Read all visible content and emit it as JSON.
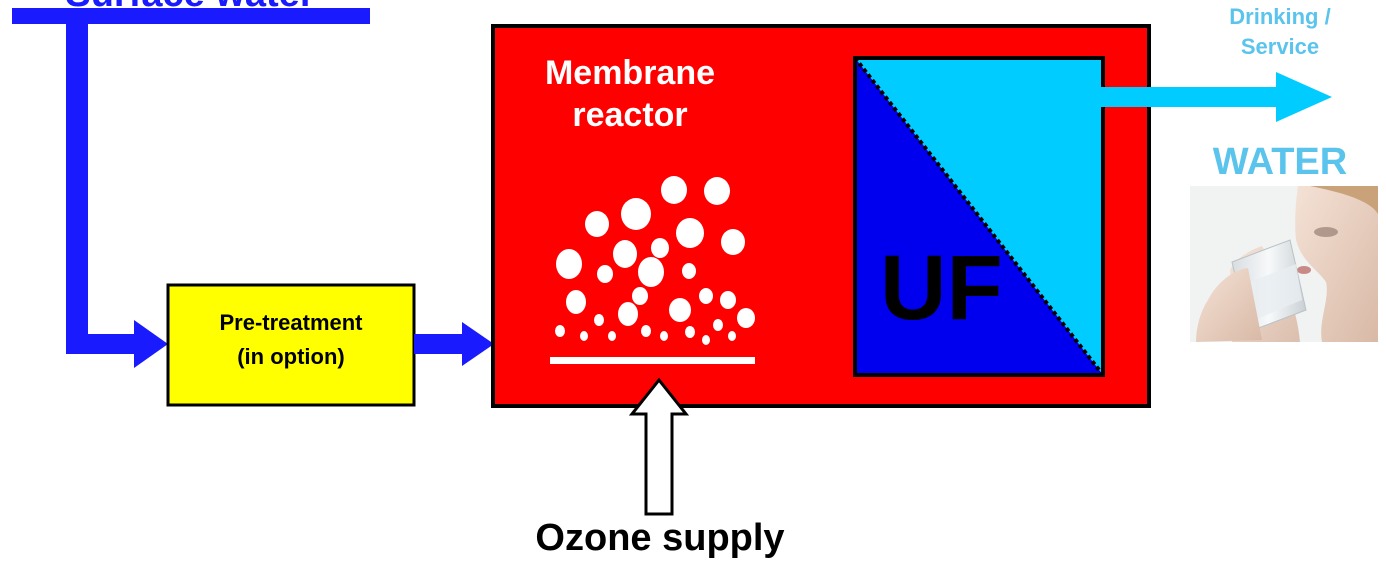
{
  "labels": {
    "source_water": "Surface water",
    "reactor_title_line1": "Membrane",
    "reactor_title_line2": "reactor",
    "uf": "UF",
    "pretreatment_line1": "Pre-treatment",
    "pretreatment_line2": "(in option)",
    "output_line1": "Drinking /",
    "output_line2": "Service",
    "water": "WATER",
    "ozone_supply": "Ozone supply"
  },
  "colors": {
    "flow_blue": "#1a1aff",
    "reactor_red": "#ff0000",
    "pretreatment_yellow": "#ffff00",
    "membrane_dark": "#0000ee",
    "membrane_light": "#00ccff",
    "output_cyan": "#00ccff",
    "label_cyan": "#5bc4ec"
  },
  "icons": {
    "bubbles": "ozone-bubbles-icon",
    "person": "person-drinking-water-icon"
  }
}
